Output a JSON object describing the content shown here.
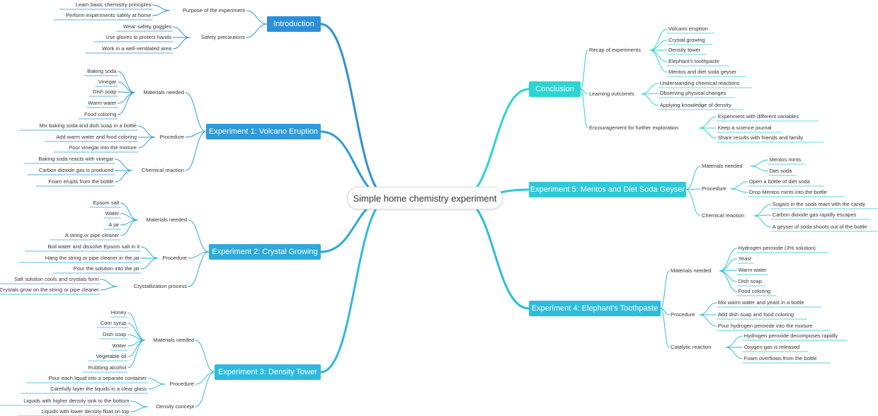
{
  "root": "Simple home chemistry experiment",
  "colors": {
    "introduction": "#2e8fd9",
    "experiment_1": "#2e9ad9",
    "experiment_2": "#2ea9d9",
    "experiment_3": "#2eb9e0",
    "conclusion": "#2ed3d3",
    "experiment_5": "#2ec8d9",
    "experiment_4": "#2ebcde"
  },
  "left": [
    {
      "id": "introduction",
      "label": "Introduction",
      "groups": [
        {
          "label": "Purpose of the experiment",
          "items": [
            "Learn basic chemistry principles",
            "Perform experiments safely at home"
          ]
        },
        {
          "label": "Safety precautions",
          "items": [
            "Wear safety goggles",
            "Use gloves to protect hands",
            "Work in a well-ventilated area"
          ]
        }
      ]
    },
    {
      "id": "experiment_1",
      "label": "Experiment 1: Volcano Eruption",
      "groups": [
        {
          "label": "Materials needed",
          "items": [
            "Baking soda",
            "Vinegar",
            "Dish soap",
            "Warm water",
            "Food coloring"
          ]
        },
        {
          "label": "Procedure",
          "items": [
            "Mix baking soda and dish soap in a bottle",
            "Add warm water and food coloring",
            "Pour vinegar into the mixture"
          ]
        },
        {
          "label": "Chemical reaction",
          "items": [
            "Baking soda reacts with vinegar",
            "Carbon dioxide gas is produced",
            "Foam erupts from the bottle"
          ]
        }
      ]
    },
    {
      "id": "experiment_2",
      "label": "Experiment 2: Crystal Growing",
      "groups": [
        {
          "label": "Materials needed",
          "items": [
            "Epsom salt",
            "Water",
            "A jar",
            "A string or pipe cleaner"
          ]
        },
        {
          "label": "Procedure",
          "items": [
            "Boil water and dissolve Epsom salt in it",
            "Hang the string or pipe cleaner in the jar",
            "Pour the solution into the jar"
          ]
        },
        {
          "label": "Crystallization process",
          "items": [
            "Salt solution cools and crystals form",
            "Crystals grow on the string or pipe cleaner"
          ]
        }
      ]
    },
    {
      "id": "experiment_3",
      "label": "Experiment 3: Density Tower",
      "groups": [
        {
          "label": "Materials needed",
          "items": [
            "Honey",
            "Corn syrup",
            "Dish soap",
            "Water",
            "Vegetable oil",
            "Rubbing alcohol"
          ]
        },
        {
          "label": "Procedure",
          "items": [
            "Pour each liquid into a separate container",
            "Carefully layer the liquids in a clear glass"
          ]
        },
        {
          "label": "Density concept",
          "items": [
            "Liquids with higher density sink to the bottom",
            "Liquids with lower density float on top"
          ]
        }
      ]
    }
  ],
  "right": [
    {
      "id": "conclusion",
      "label": "Conclusion",
      "groups": [
        {
          "label": "Recap of experiments",
          "items": [
            "Volcano eruption",
            "Crystal growing",
            "Density tower",
            "Elephant's toothpaste",
            "Mentos and diet soda geyser"
          ]
        },
        {
          "label": "Learning outcomes",
          "items": [
            "Understanding chemical reactions",
            "Observing physical changes",
            "Applying knowledge of density"
          ]
        },
        {
          "label": "Encouragement for further exploration",
          "items": [
            "Experiment with different variables",
            "Keep a science journal",
            "Share results with friends and family"
          ]
        }
      ]
    },
    {
      "id": "experiment_5",
      "label": "Experiment 5: Mentos and Diet Soda Geyser",
      "groups": [
        {
          "label": "Materials needed",
          "items": [
            "Mentos mints",
            "Diet soda"
          ]
        },
        {
          "label": "Procedure",
          "items": [
            "Open a bottle of diet soda",
            "Drop Mentos mints into the bottle"
          ]
        },
        {
          "label": "Chemical reaction",
          "items": [
            "Sugars in the soda react with the candy",
            "Carbon dioxide gas rapidly escapes",
            "A geyser of soda shoots out of the bottle"
          ]
        }
      ]
    },
    {
      "id": "experiment_4",
      "label": "Experiment 4: Elephant's Toothpaste",
      "groups": [
        {
          "label": "Materials needed",
          "items": [
            "Hydrogen peroxide (3% solution)",
            "Yeast",
            "Warm water",
            "Dish soap",
            "Food coloring"
          ]
        },
        {
          "label": "Procedure",
          "items": [
            "Mix warm water and yeast in a bottle",
            "Add dish soap and food coloring",
            "Pour hydrogen peroxide into the mixture"
          ]
        },
        {
          "label": "Catalytic reaction",
          "items": [
            "Hydrogen peroxide decomposes rapidly",
            "Oxygen gas is released",
            "Foam overflows from the bottle"
          ]
        }
      ]
    }
  ]
}
